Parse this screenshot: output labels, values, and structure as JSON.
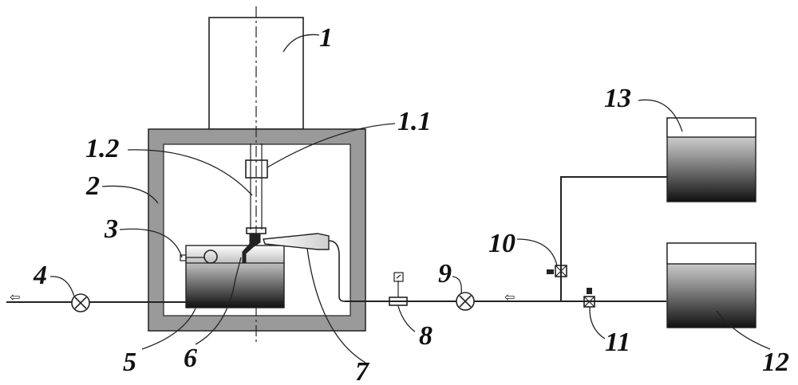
{
  "labels": {
    "l1": "1",
    "l1_1": "1.1",
    "l1_2": "1.2",
    "l2": "2",
    "l3": "3",
    "l4": "4",
    "l5": "5",
    "l6": "6",
    "l7": "7",
    "l8": "8",
    "l9": "9",
    "l10": "10",
    "l11": "11",
    "l12": "12",
    "l13": "13"
  },
  "flow_arrow_glyph": "⇦",
  "colors": {
    "line": "#222222",
    "chamber_wall": "#9a9a9a",
    "tank_dark": "#111111",
    "tank_light": "#ffffff"
  }
}
